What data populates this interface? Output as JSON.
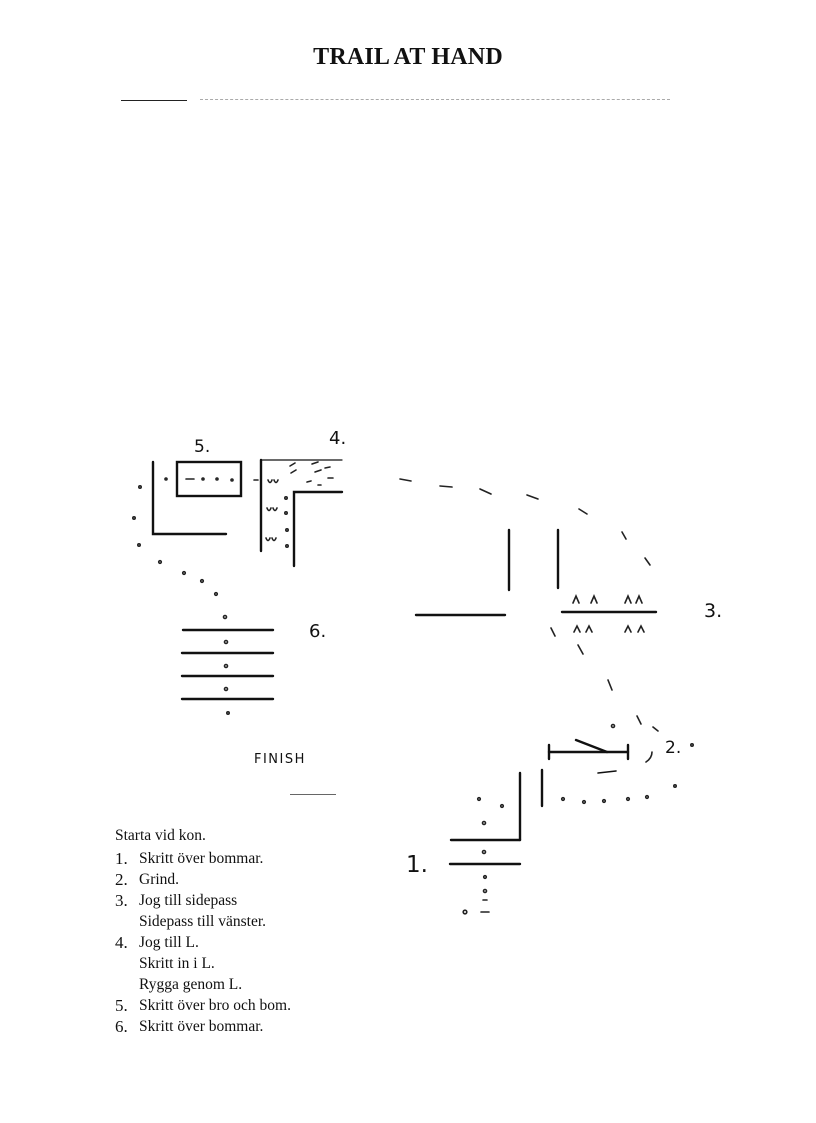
{
  "title": "TRAIL AT HAND",
  "labels": {
    "one": "1.",
    "two": "2.",
    "three": "3.",
    "four": "4.",
    "five": "5.",
    "six": "6.",
    "finish": "FINISH"
  },
  "instructions": {
    "intro": "Starta vid kon.",
    "steps": [
      {
        "number": "1.",
        "lines": [
          "Skritt över bommar."
        ]
      },
      {
        "number": "2.",
        "lines": [
          "Grind."
        ]
      },
      {
        "number": "3.",
        "lines": [
          "Jog till sidepass",
          "Sidepass till vänster."
        ]
      },
      {
        "number": "4.",
        "lines": [
          "Jog till L.",
          "Skritt in i L.",
          "Rygga genom L."
        ]
      },
      {
        "number": "5.",
        "lines": [
          "Skritt över bro och bom."
        ]
      },
      {
        "number": "6.",
        "lines": [
          "Skritt över bommar."
        ]
      }
    ]
  }
}
